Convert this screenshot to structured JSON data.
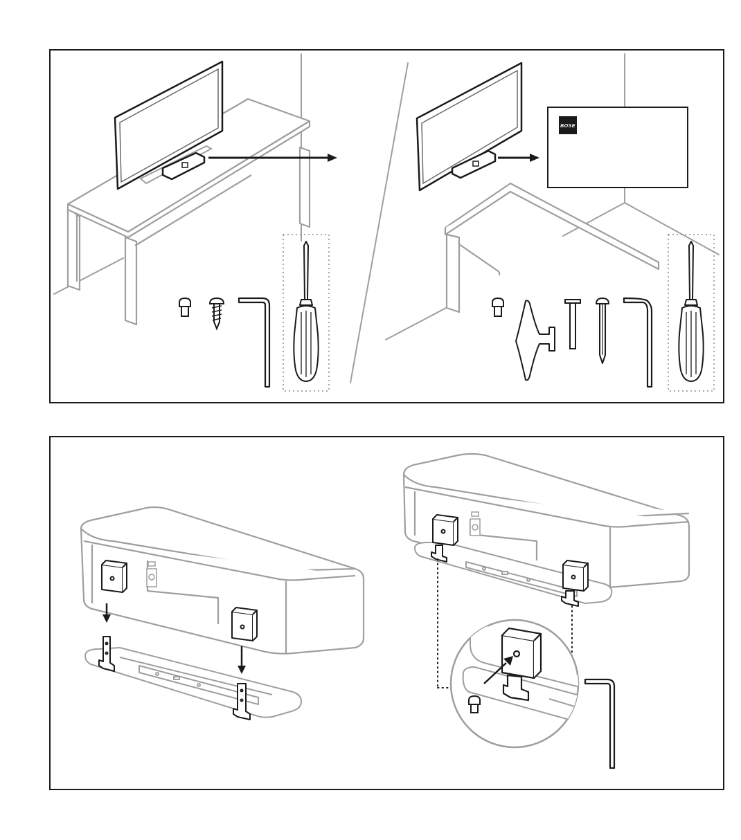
{
  "panels": [
    {
      "name": "table-setup"
    },
    {
      "name": "bracket-attachment"
    }
  ],
  "guide_card": {
    "brand_logo_text": "BOSE"
  },
  "colors": {
    "line_light": "#9e9e9e",
    "line_dark": "#1a1a1a",
    "dotted": "#8a8a8a",
    "background": "#ffffff"
  },
  "icons": [
    "tv-icon",
    "table-icon",
    "soundbar-icon",
    "arrow-icon",
    "screw-icon",
    "wood-screw-icon",
    "hex-key-icon",
    "screwdriver-icon",
    "wall-mount-bracket-icon",
    "wall-anchor-icon",
    "long-screw-icon",
    "mounting-bracket-icon",
    "magnifier-callout-icon"
  ]
}
